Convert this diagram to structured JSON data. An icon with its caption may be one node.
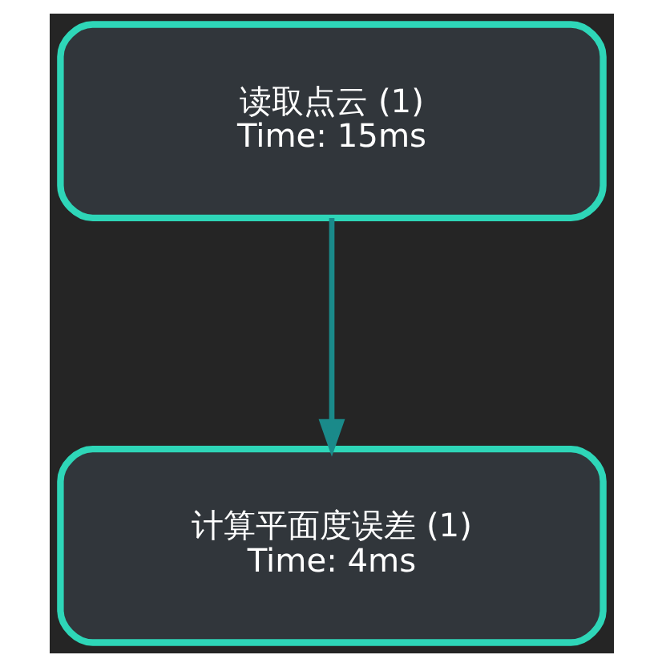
{
  "diagram": {
    "nodes": [
      {
        "text": [
          "读取点云 (1)",
          "Time: 15ms"
        ]
      },
      {
        "text": [
          "计算平面度误差 (1)",
          "Time: 4ms"
        ]
      }
    ],
    "edges": [
      {
        "from": 0,
        "to": 1,
        "arrow": "to"
      }
    ]
  }
}
